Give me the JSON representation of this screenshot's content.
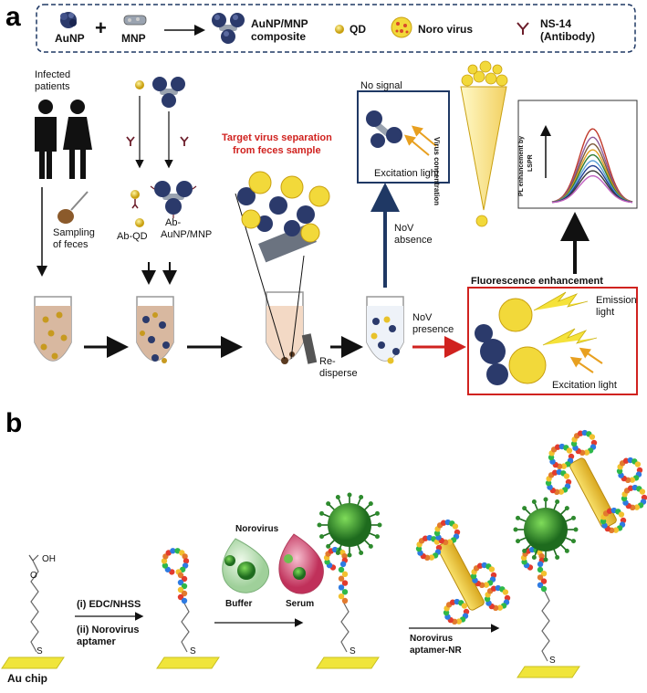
{
  "panel_a": {
    "label": "a",
    "legend": {
      "aunp": "AuNP",
      "mnp": "MNP",
      "plus": "+",
      "composite_line1": "AuNP/MNP",
      "composite_line2": "composite",
      "qd": "QD",
      "norovirus": "Noro virus",
      "ns14_line1": "NS-14",
      "ns14_line2": "(Antibody)"
    },
    "infected_line1": "Infected",
    "infected_line2": "patients",
    "sampling_line1": "Sampling",
    "sampling_line2": "of feces",
    "ab_qd": "Ab-QD",
    "ab_aunp_line1": "Ab-",
    "ab_aunp_line2": "AuNP/MNP",
    "target_line1": "Target virus separation",
    "target_line2": "from feces sample",
    "redisperse_line1": "Re-",
    "redisperse_line2": "disperse",
    "no_signal": "No signal",
    "excitation_light": "Excitation light",
    "nov_absence_line1": "NoV",
    "nov_absence_line2": "absence",
    "nov_presence_line1": "NoV",
    "nov_presence_line2": "presence",
    "virus_conc": "Virus concentration",
    "pl_axis_line1": "PL enhancement by",
    "pl_axis_line2": "LSPR",
    "fluorescence_title": "Fluorescence enhancement",
    "emission_line1": "Emission",
    "emission_line2": "light",
    "excitation_light2": "Excitation light"
  },
  "panel_b": {
    "label": "b",
    "oh": "OH",
    "o": "O",
    "s": "S",
    "au_chip": "Au chip",
    "step1": "(i) EDC/NHSS",
    "step2_line1": "(ii) Norovirus",
    "step2_line2": "aptamer",
    "norovirus": "Norovirus",
    "buffer": "Buffer",
    "serum": "Serum",
    "aptamer_nr_line1": "Norovirus",
    "aptamer_nr_line2": "aptamer-NR"
  },
  "colors": {
    "navy": "#1f3864",
    "red": "#d0221f",
    "gold": "#e8c22a",
    "virus_yellow": "#f2d93a",
    "green_virus": "#2e8b2e",
    "chip_yellow": "#f0e53a"
  },
  "pl_curves": {
    "colors": [
      "#c0392b",
      "#8e5a9b",
      "#7d5a3c",
      "#e0a020",
      "#2e7d32",
      "#5aa0d8",
      "#1f3c8f",
      "#3a3a3a",
      "#c060c0"
    ],
    "peak_heights": [
      0.88,
      0.78,
      0.7,
      0.63,
      0.57,
      0.5,
      0.44,
      0.38,
      0.32
    ]
  }
}
